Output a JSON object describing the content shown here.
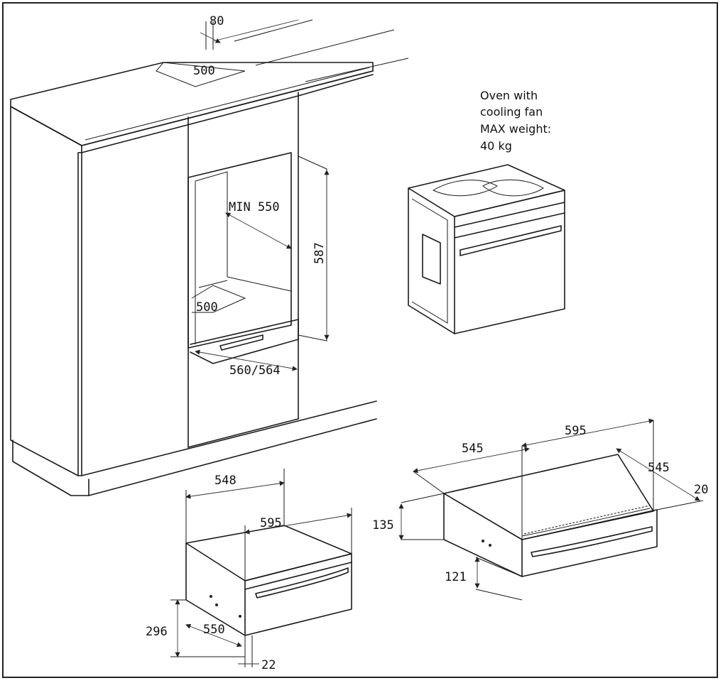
{
  "note": {
    "line1": "Oven with",
    "line2": "cooling fan",
    "line3": "MAX weight:",
    "line4": "40 kg"
  },
  "cabinet_dims": {
    "top_depth": "80",
    "top_width": "500",
    "niche_depth": "MIN 550",
    "niche_height": "587",
    "floor_width": "500",
    "niche_width": "560/564"
  },
  "drawer_front_dims": {
    "depth": "548",
    "width": "595",
    "height": "296",
    "body_depth": "550",
    "front_thickness": "22"
  },
  "drawer_right_dims": {
    "depth": "545",
    "width": "595",
    "depth_right": "545",
    "front_thickness": "20",
    "height": "135",
    "body_height": "121"
  }
}
